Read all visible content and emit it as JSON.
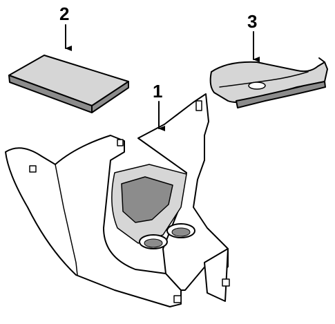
{
  "callouts": [
    {
      "id": "1",
      "label": "1"
    },
    {
      "id": "2",
      "label": "2"
    },
    {
      "id": "3",
      "label": "3"
    }
  ],
  "colors": {
    "line": "#000000",
    "surface": "#ffffff",
    "light_shade": "#d6d6d6",
    "dark_shade": "#8c8c8c"
  }
}
